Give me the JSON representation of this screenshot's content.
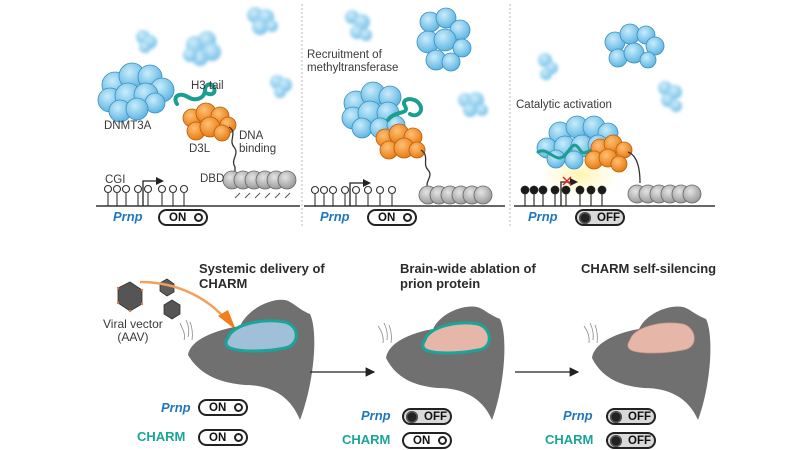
{
  "top_panels": [
    {
      "labels": {
        "dnmt3a": "DNMT3A",
        "h3_tail": "H3 tail",
        "d3l": "D3L",
        "dna_binding_line1": "DNA",
        "dna_binding_line2": "binding",
        "dbd": "DBD",
        "cgi": "CGI"
      },
      "gene": "Prnp",
      "gene_state": "ON"
    },
    {
      "caption_line1": "Recruitment of",
      "caption_line2": "methyltransferase",
      "gene": "Prnp",
      "gene_state": "ON"
    },
    {
      "caption": "Catalytic activation",
      "gene": "Prnp",
      "gene_state": "OFF"
    }
  ],
  "bottom_panels": [
    {
      "title_line1": "Systemic delivery of",
      "title_line2": "CHARM",
      "vector_label_line1": "Viral vector",
      "vector_label_line2": "(AAV)",
      "prnp_label": "Prnp",
      "prnp_state": "ON",
      "charm_label": "CHARM",
      "charm_state": "ON"
    },
    {
      "title_line1": "Brain-wide ablation of",
      "title_line2": "prion protein",
      "prnp_label": "Prnp",
      "prnp_state": "OFF",
      "charm_label": "CHARM",
      "charm_state": "ON"
    },
    {
      "title_line1": "CHARM self-silencing",
      "prnp_label": "Prnp",
      "prnp_state": "OFF",
      "charm_label": "CHARM",
      "charm_state": "OFF"
    }
  ],
  "colors": {
    "dnmt3a_blue": "#7cc8ec",
    "d3l_orange": "#f08a1e",
    "h3_teal": "#1a9e8f",
    "dbd_gray": "#a8a8a8",
    "mouse_gray": "#707070",
    "gene_blue": "#1f77bf",
    "charm_teal": "#1aa59a",
    "brain_blue": "#9fc0d8",
    "brain_pink": "#e6b7a9",
    "arrow_orange": "#f07f1e"
  }
}
